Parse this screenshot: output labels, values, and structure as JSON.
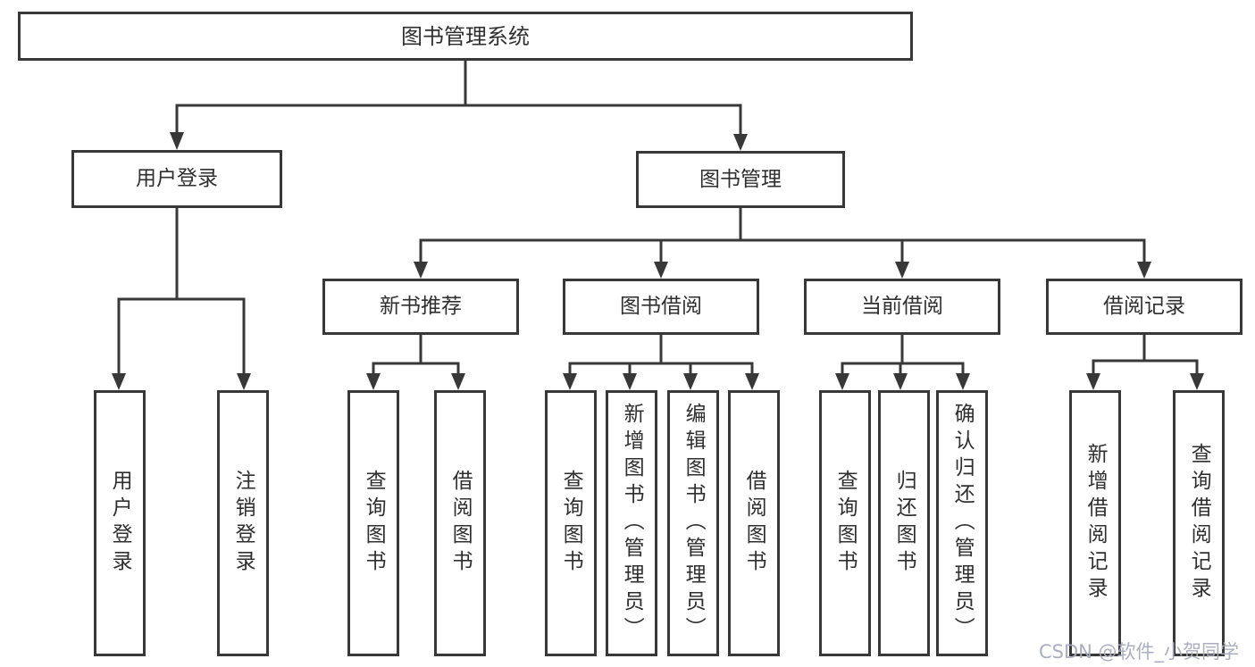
{
  "diagram": {
    "type": "hierarchy-tree",
    "root": {
      "label": "图书管理系统",
      "children": [
        {
          "label": "用户登录",
          "children": [
            {
              "label": "用户登录"
            },
            {
              "label": "注销登录"
            }
          ]
        },
        {
          "label": "图书管理",
          "children": [
            {
              "label": "新书推荐",
              "children": [
                {
                  "label": "查询图书"
                },
                {
                  "label": "借阅图书"
                }
              ]
            },
            {
              "label": "图书借阅",
              "children": [
                {
                  "label": "查询图书"
                },
                {
                  "label": "新增图书（管理员）"
                },
                {
                  "label": "编辑图书（管理员）"
                },
                {
                  "label": "借阅图书"
                }
              ]
            },
            {
              "label": "当前借阅",
              "children": [
                {
                  "label": "查询图书"
                },
                {
                  "label": "归还图书"
                },
                {
                  "label": "确认归还（管理员）"
                }
              ]
            },
            {
              "label": "借阅记录",
              "children": [
                {
                  "label": "新增借阅记录"
                },
                {
                  "label": "查询借阅记录"
                }
              ]
            }
          ]
        }
      ]
    }
  },
  "watermark": {
    "text": "CSDN @软件_小贺同学"
  },
  "colors": {
    "line": "#383838",
    "border": "#383838",
    "text": "#2f2f2f",
    "background": "#ffffff",
    "watermark": "#a7aabc"
  }
}
